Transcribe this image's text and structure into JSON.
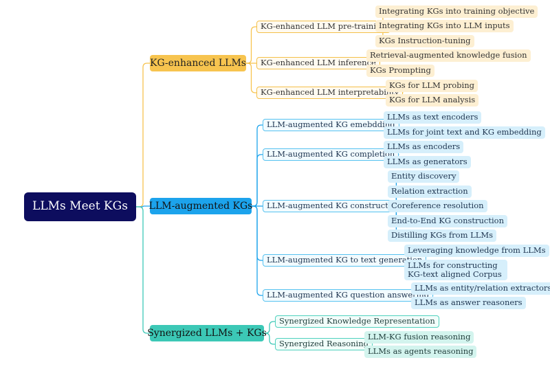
{
  "root": "LLMs Meet KGs",
  "kg_enhanced": {
    "label": "KG-enhanced LLMs",
    "pretraining": {
      "label": "KG-enhanced LLM pre-training",
      "items": [
        "Integrating KGs into training objective",
        "Integrating KGs into LLM inputs",
        "KGs Instruction-tuning"
      ]
    },
    "inference": {
      "label": "KG-enhanced LLM inference",
      "items": [
        "Retrieval-augmented knowledge fusion",
        "KGs Prompting"
      ]
    },
    "interpretability": {
      "label": "KG-enhanced LLM interpretability",
      "items": [
        "KGs for LLM probing",
        "KGs for LLM analysis"
      ]
    }
  },
  "llm_augmented": {
    "label": "LLM-augmented KGs",
    "embedding": {
      "label": "LLM-augmented KG emebdding",
      "items": [
        "LLMs as text encoders",
        "LLMs for joint text and KG embedding"
      ]
    },
    "completion": {
      "label": "LLM-augmented KG completion",
      "items": [
        "LLMs as encoders",
        "LLMs as generators"
      ]
    },
    "construction": {
      "label": "LLM-augmented KG construction",
      "items": [
        "Entity discovery",
        "Relation extraction",
        "Coreference resolution",
        "End-to-End KG construction",
        "Distilling KGs from LLMs"
      ]
    },
    "text_generation": {
      "label": "LLM-augmented KG to text generation",
      "items": [
        "Leveraging knowledge from LLMs",
        "LLMs for constructing KG-text aligned Corpus"
      ]
    },
    "qa": {
      "label": "LLM-augmented KG question answering",
      "items": [
        "LLMs as entity/relation extractors",
        "LLMs as answer reasoners"
      ]
    }
  },
  "synergized": {
    "label": "Synergized LLMs + KGs",
    "representation": {
      "label": "Synergized Knowledge Representation"
    },
    "reasoning": {
      "label": "Synergized Reasoning",
      "items": [
        "LLM-KG fusion reasoning",
        "LLMs as agents reasoning"
      ]
    }
  },
  "colors": {
    "kg_branch": "#f7c44f",
    "llm_branch": "#1ca3ec",
    "syn_branch": "#3cc8b6",
    "root_fill": "#0d0d5e"
  }
}
